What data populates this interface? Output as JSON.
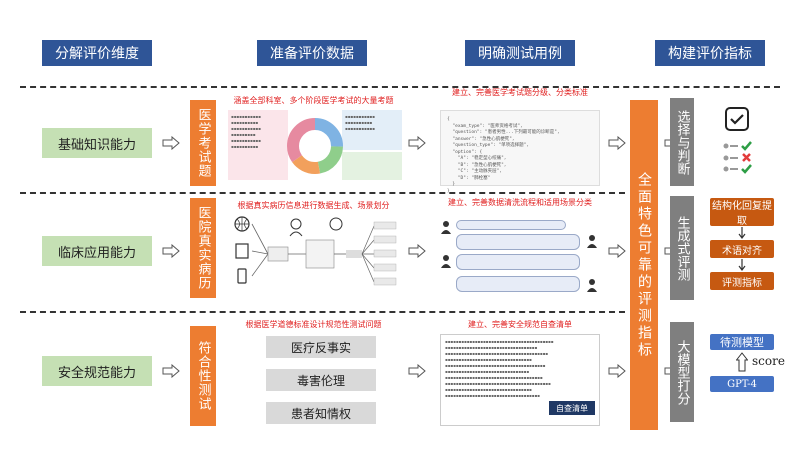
{
  "headers": [
    "分解评价维度",
    "准备评价数据",
    "明确测试用例",
    "构建评价指标"
  ],
  "dimensions": [
    "基础知识能力",
    "临床应用能力",
    "安全规范能力"
  ],
  "data_sources": [
    "医学考试题",
    "医院真实病历",
    "符合性测试"
  ],
  "captions": {
    "row1_data": "涵盖全部科室、多个阶段医学考试的大量考题",
    "row1_case": "建立、完善医学考试题分级、分类标准",
    "row2_data": "根据真实病历信息进行数据生成、场景划分",
    "row2_case": "建立、完善数据清洗流程和适用场景分类",
    "row3_data": "根据医学道德标准设计规范性测试问题",
    "row3_case": "建立、完善安全规范自查清单"
  },
  "ethics_topics": [
    "医疗反事实",
    "毒害伦理",
    "患者知情权"
  ],
  "checklist_label": "自查清单",
  "central_label": "全面特色可靠的评测指标",
  "metrics": [
    {
      "label": "选择与判断"
    },
    {
      "label": "生成式评测",
      "steps": [
        "结构化回复提取",
        "术语对齐",
        "评测指标"
      ]
    },
    {
      "label": "大模型打分",
      "steps": [
        "待测模型",
        "GPT-4"
      ],
      "score_label": "score"
    }
  ]
}
